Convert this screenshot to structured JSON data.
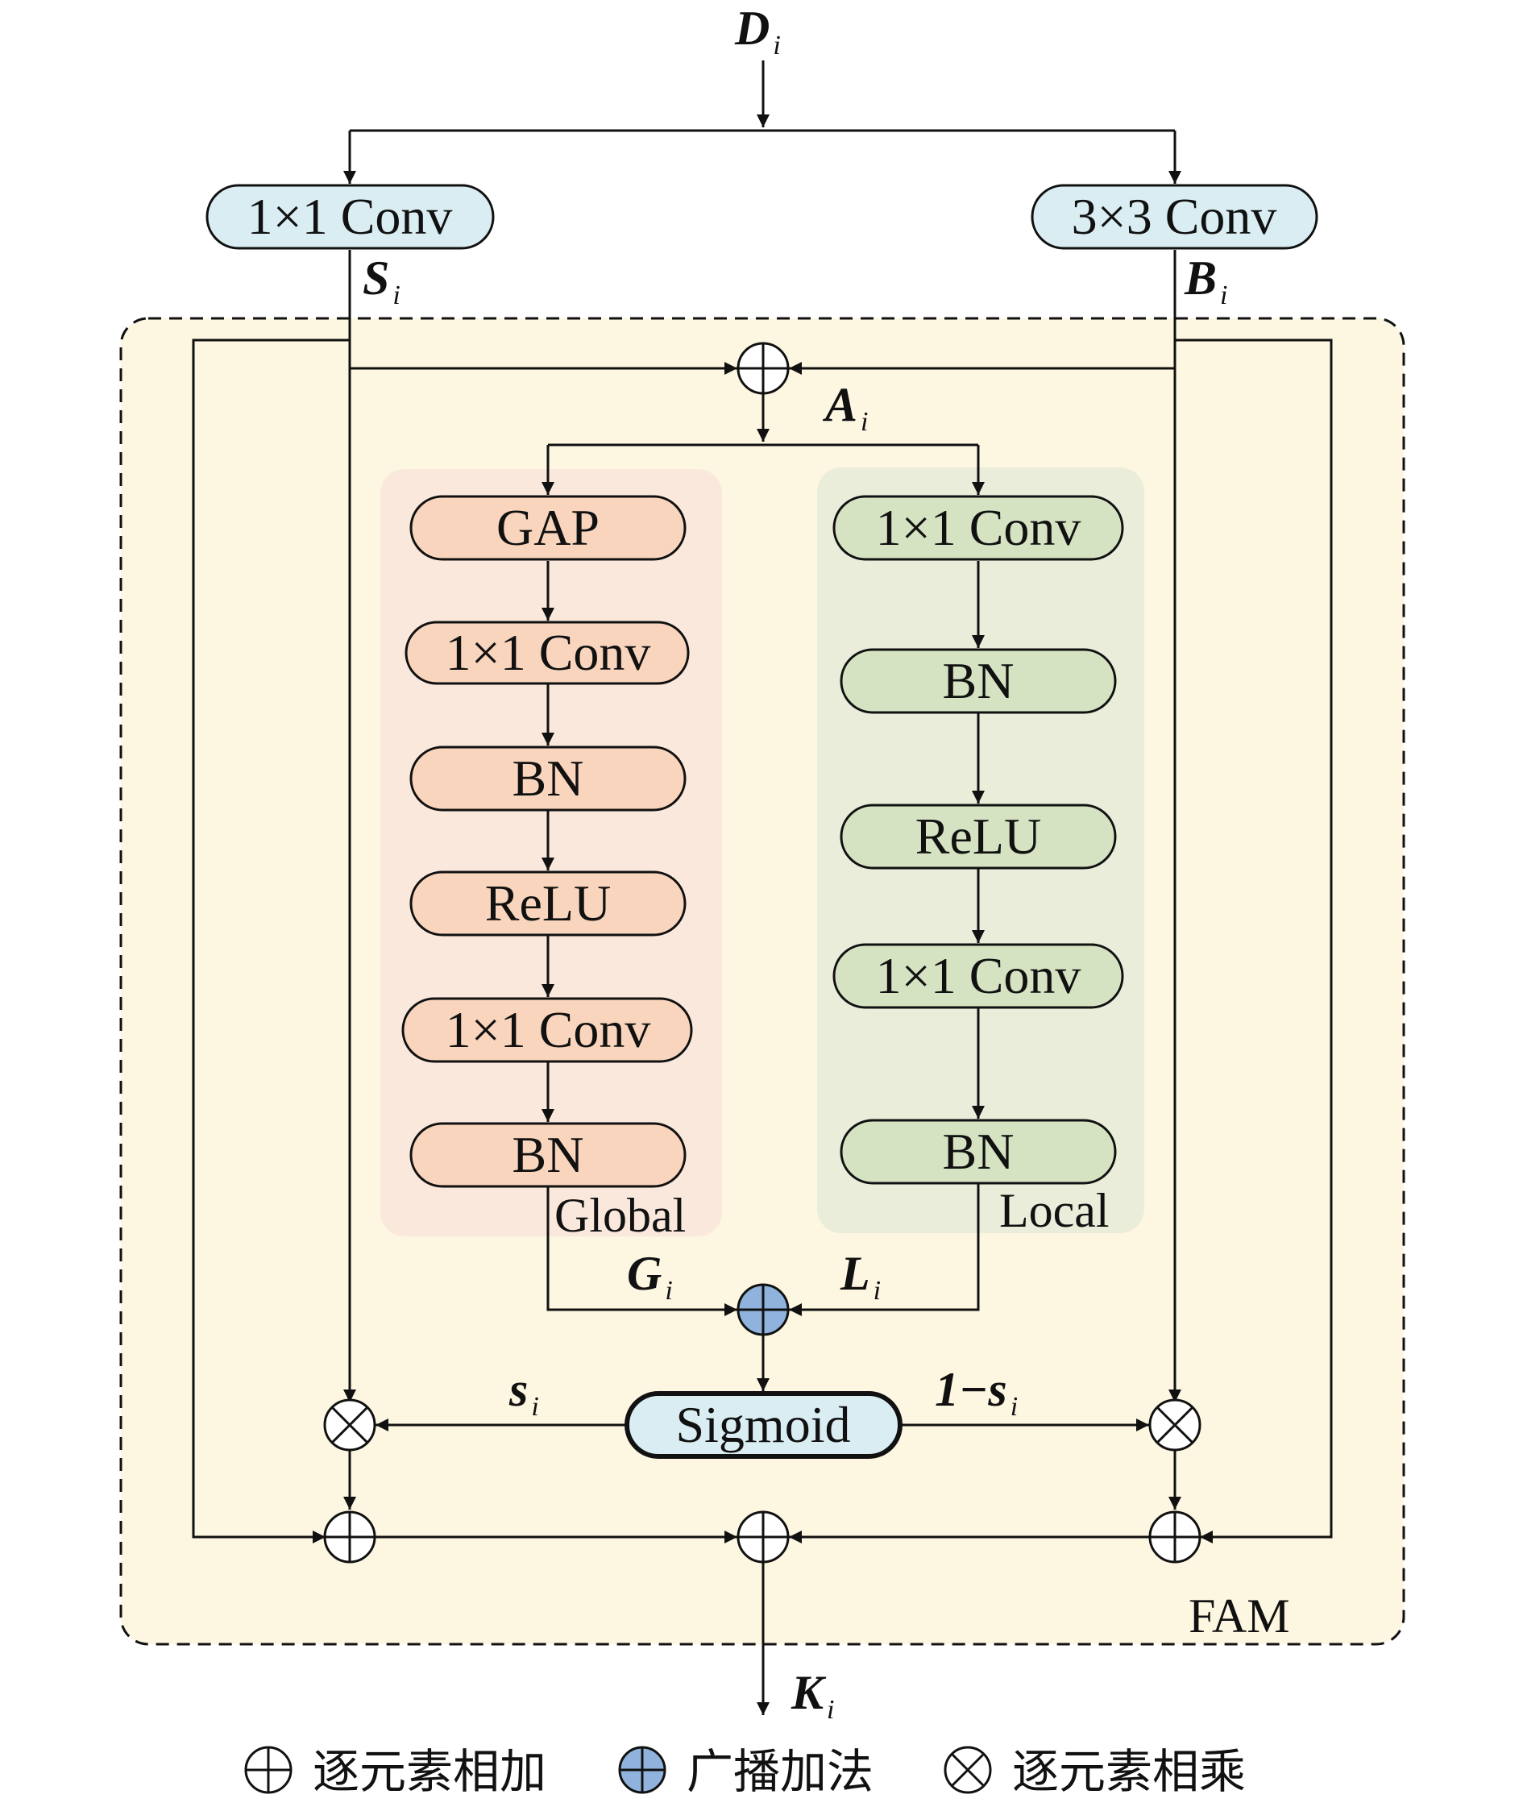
{
  "input": {
    "name": "D",
    "sub": "i"
  },
  "conv_left": "1×1 Conv",
  "conv_right": "3×3 Conv",
  "s_var": {
    "name": "S",
    "sub": "i"
  },
  "b_var": {
    "name": "B",
    "sub": "i"
  },
  "a_var": {
    "name": "A",
    "sub": "i"
  },
  "global_branch": {
    "label": "Global",
    "blocks": [
      "GAP",
      "1×1 Conv",
      "BN",
      "ReLU",
      "1×1 Conv",
      "BN"
    ]
  },
  "local_branch": {
    "label": "Local",
    "blocks": [
      "1×1 Conv",
      "BN",
      "ReLU",
      "1×1 Conv",
      "BN"
    ]
  },
  "g_var": {
    "name": "G",
    "sub": "i"
  },
  "l_var": {
    "name": "L",
    "sub": "i"
  },
  "sigmoid": "Sigmoid",
  "s_small": {
    "name": "s",
    "sub": "i"
  },
  "one_minus_s": {
    "prefix": "1−",
    "name": "s",
    "sub": "i"
  },
  "module_label": "FAM",
  "output": {
    "name": "K",
    "sub": "i"
  },
  "legend": [
    {
      "symbol": "element-add",
      "text": "逐元素相加"
    },
    {
      "symbol": "broadcast-add",
      "text": "广播加法"
    },
    {
      "symbol": "element-multiply",
      "text": "逐元素相乘"
    }
  ],
  "colors": {
    "fam_bg": "#fdf6e1",
    "global_bg": "#fbe8dc",
    "global_block": "#f9d5bd",
    "local_bg": "#eaedd9",
    "local_block": "#d5e3c2",
    "conv_block": "#d9edf3",
    "broadcast_add": "#8fb3dd"
  }
}
